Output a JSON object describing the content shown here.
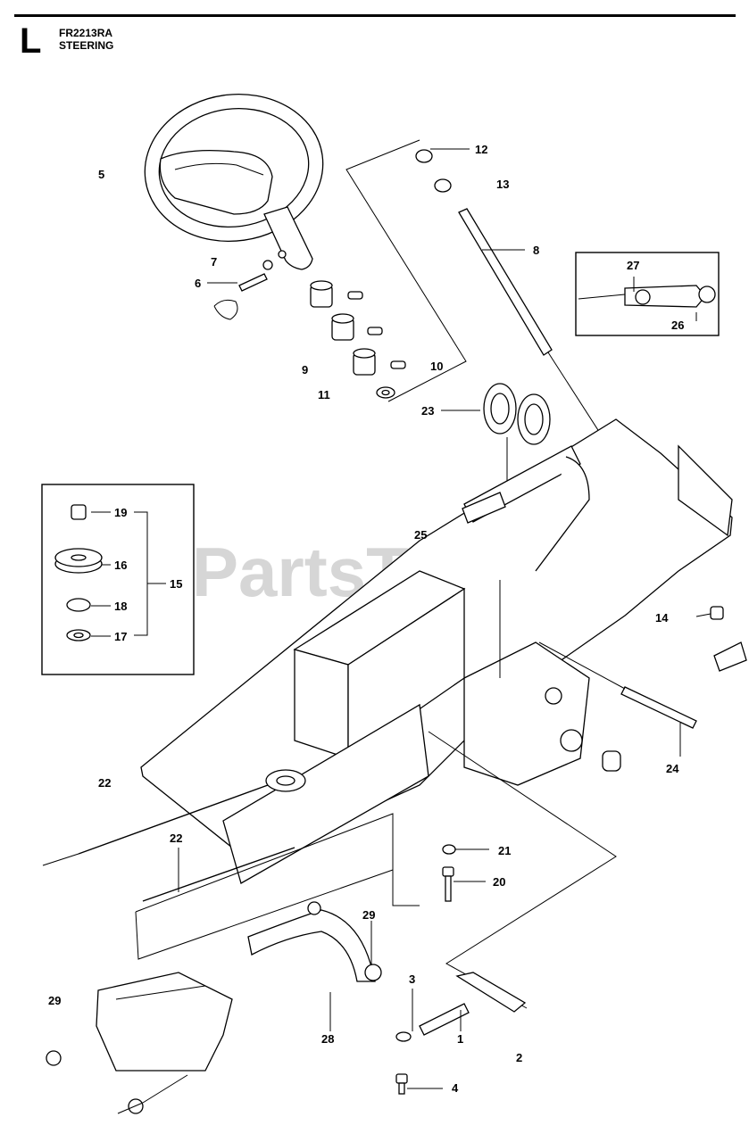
{
  "header": {
    "section_letter": "L",
    "model": "FR2213RA",
    "section_name": "STEERING"
  },
  "watermark": {
    "text": "PartsTree",
    "trademark": "™"
  },
  "callouts": [
    "1",
    "2",
    "3",
    "4",
    "5",
    "6",
    "7",
    "8",
    "9",
    "10",
    "11",
    "12",
    "13",
    "14",
    "15",
    "16",
    "17",
    "18",
    "19",
    "20",
    "21",
    "22",
    "22",
    "23",
    "24",
    "25",
    "26",
    "27",
    "28",
    "29",
    "29"
  ]
}
